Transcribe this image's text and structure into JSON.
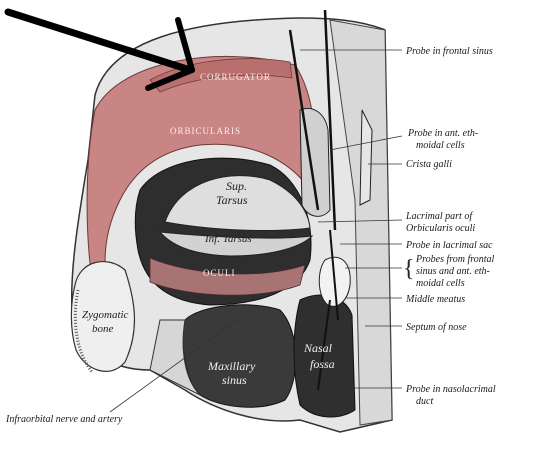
{
  "figure": {
    "muscle_labels": {
      "corrugator": "CORRUGATOR",
      "orbicularis": "ORBICULARIS",
      "oculi": "OCULI"
    },
    "inner_labels": {
      "sup_tarsus_1": "Sup.",
      "sup_tarsus_2": "Tarsus",
      "inf_tarsus": "Inf. Tarsus",
      "zygomatic_1": "Zygomatic",
      "zygomatic_2": "bone",
      "maxillary_1": "Maxillary",
      "maxillary_2": "sinus",
      "nasal_1": "Nasal",
      "nasal_2": "fossa"
    },
    "callouts": {
      "probe_frontal": "Probe in frontal sinus",
      "probe_ethmoidal_1": "Probe in ant. eth-",
      "probe_ethmoidal_2": "moidal cells",
      "crista_galli": "Crista galli",
      "lacrimal_part_1": "Lacrimal part of",
      "lacrimal_part_2": "Orbicularis oculi",
      "probe_lacrimal_sac": "Probe in lacrimal sac",
      "probes_frontal_1": "Probes from frontal",
      "probes_frontal_2": "sinus and ant. eth-",
      "probes_frontal_3": "moidal cells",
      "middle_meatus": "Middle meatus",
      "septum": "Septum of nose",
      "probe_nasolacrimal_1": "Probe in nasolacrimal",
      "probe_nasolacrimal_2": "duct",
      "infraorbital": "Infraorbital nerve and artery"
    }
  },
  "colors": {
    "muscle": "#c98583",
    "bone": "#e2e2e2",
    "cavity": "#2a2a2a",
    "arrow": "#000000"
  }
}
